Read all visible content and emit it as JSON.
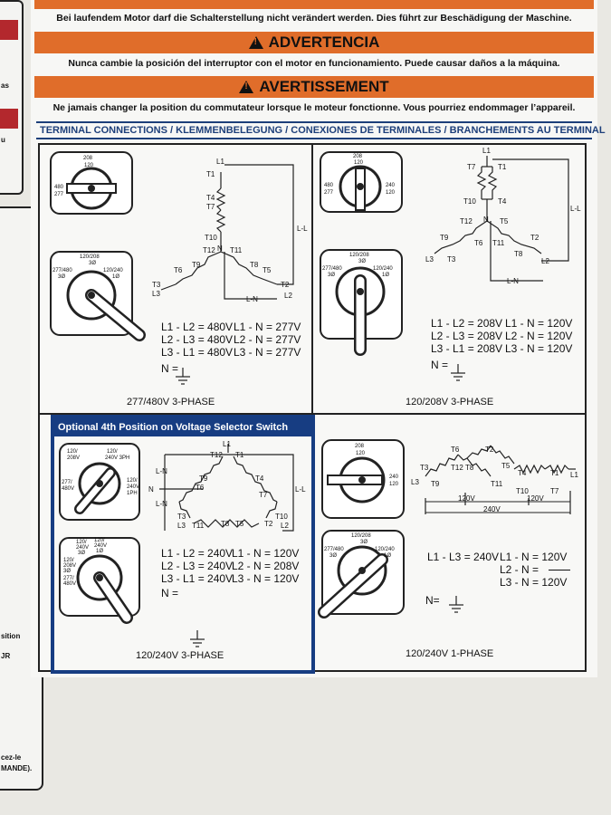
{
  "top_warning": {
    "text_de": "Bei laufendem Motor darf die Schalterstellung nicht verändert werden. Dies führt zur Beschädigung der Maschine.",
    "heading_es": "ADVERTENCIA",
    "text_es": "Nunca cambie la posición del interruptor con el motor en funcionamiento. Puede causar daños a la máquina.",
    "heading_fr": "AVERTISSEMENT",
    "text_fr": "Ne jamais changer la position du commutateur lorsque le moteur fonctionne. Vous pourriez endommager l’appareil."
  },
  "terminal_heading": "TERMINAL CONNECTIONS / KLEMMENBELEGUNG / CONEXIONES DE TERMINALES / BRANCHEMENTS AU TERMINAL",
  "side_texts": [
    "as",
    "u",
    "sition",
    "JR",
    "cez-le",
    "MANDE)."
  ],
  "panels": {
    "p1": {
      "switch_top": [
        "208",
        "120",
        "480",
        "277"
      ],
      "switch_bottom": [
        "120/208",
        "3Ø",
        "277/480",
        "3Ø",
        "120/240",
        "1Ø"
      ],
      "terminals": [
        "L1",
        "T1",
        "T4",
        "T7",
        "T10",
        "N",
        "T12",
        "T11",
        "T9",
        "T8",
        "T6",
        "T5",
        "T3",
        "L3",
        "T2",
        "L2",
        "L-N",
        "L-L"
      ],
      "eq": [
        "L1 - L2 = 480V",
        "L1 - N = 277V",
        "L2 - L3 = 480V",
        "L2 - N = 277V",
        "L3 - L1 = 480V",
        "L3 - N = 277V",
        "N ="
      ],
      "phase": "277/480V 3-PHASE"
    },
    "p2": {
      "switch_top": [
        "208",
        "120",
        "480",
        "277",
        "240",
        "120"
      ],
      "switch_bottom": [
        "120/208",
        "3Ø",
        "277/480",
        "3Ø",
        "120/240",
        "1Ø"
      ],
      "terminals": [
        "L1",
        "T7",
        "T1",
        "T10",
        "T4",
        "T12",
        "N",
        "T5",
        "T9",
        "T6",
        "T11",
        "T2",
        "L3",
        "T3",
        "T8",
        "L2",
        "L-N",
        "L-L"
      ],
      "eq": [
        "L1 - L2 = 208V",
        "L1 - N = 120V",
        "L2 - L3 = 208V",
        "L2 - N = 120V",
        "L3 - L1 = 208V",
        "L3 - N = 120V",
        "N ="
      ],
      "phase": "120/208V 3-PHASE"
    },
    "p3": {
      "title": "Optional 4th Position on Voltage Selector Switch",
      "switch_top": [
        "120/",
        "208V",
        "120/",
        "240V 3PH",
        "277/",
        "480V",
        "120/",
        "240V",
        "1PH"
      ],
      "switch_bottom": [
        "120/",
        "240V",
        "3Ø",
        "120/",
        "240V",
        "1Ø",
        "120/",
        "208V",
        "3Ø",
        "277/",
        "480V"
      ],
      "terminals": [
        "L1",
        "T12",
        "T1",
        "L-N",
        "T9",
        "T4",
        "N",
        "T6",
        "L-L",
        "L-N",
        "T7",
        "T3",
        "T10",
        "L3",
        "T11",
        "T8",
        "T5",
        "T2",
        "L2"
      ],
      "eq": [
        "L1 - L2 = 240V",
        "L1 - N = 120V",
        "L2 - L3 = 240V",
        "L2 - N = 208V",
        "L3 - L1 = 240V",
        "L3 - N = 120V",
        "N ="
      ],
      "phase": "120/240V 3-PHASE"
    },
    "p4": {
      "switch_top": [
        "208",
        "120",
        "240",
        "120"
      ],
      "switch_bottom": [
        "120/208",
        "3Ø",
        "277/480",
        "3Ø",
        "120/240",
        "1Ø"
      ],
      "terminals": [
        "T6",
        "T2",
        "T3",
        "T12",
        "T8",
        "T5",
        "L3",
        "T9",
        "T11",
        "T4",
        "T1",
        "L1",
        "T10",
        "T7",
        "120V",
        "120V",
        "240V"
      ],
      "eq": [
        "L1 - L3 = 240V",
        "L1 - N = 120V",
        "L2 - N =",
        "L3 - N = 120V",
        "N="
      ],
      "phase": "120/240V 1-PHASE"
    }
  },
  "colors": {
    "warning_orange": "#e06d2a",
    "label_blue": "#173d82",
    "side_red": "#b3282d"
  }
}
